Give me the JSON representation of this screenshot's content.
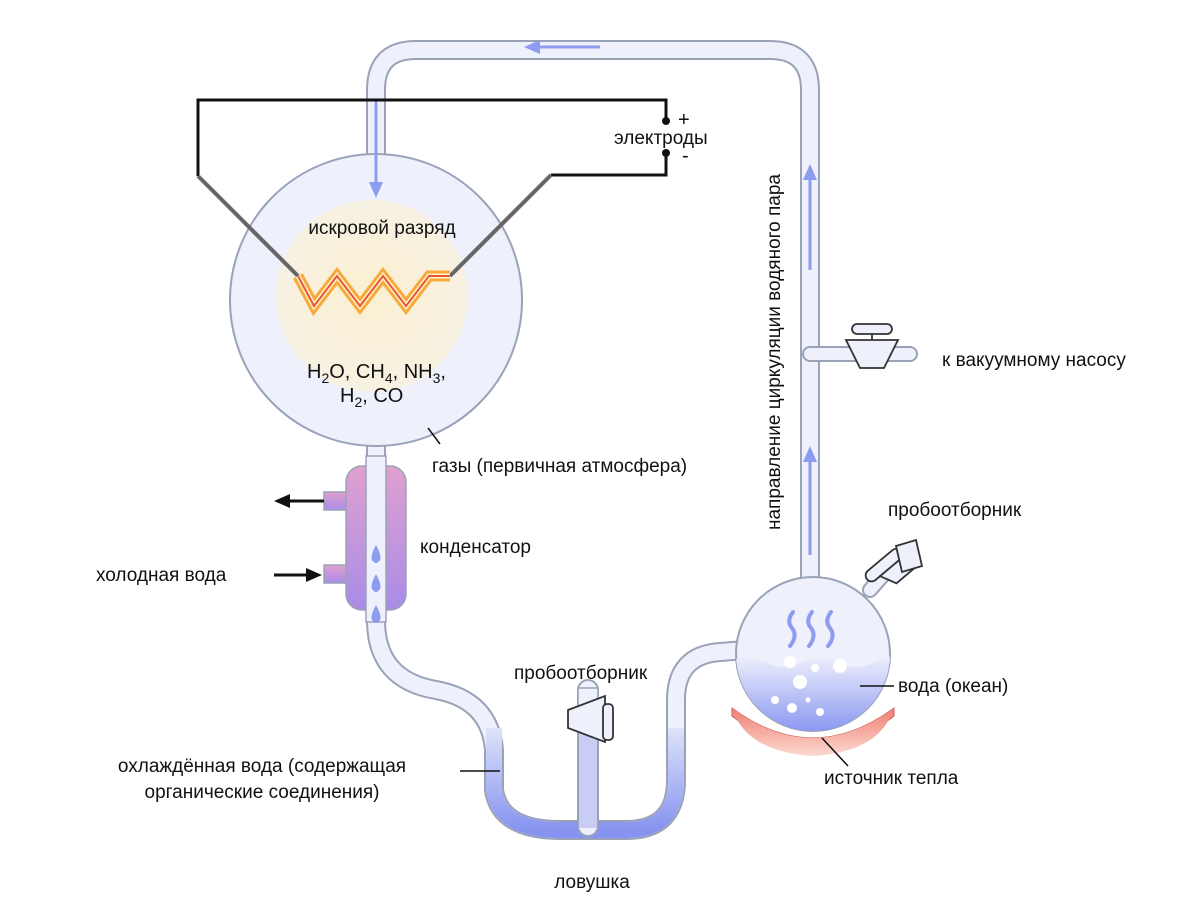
{
  "labels": {
    "electrodes": "электроды",
    "plus": "+",
    "minus": "-",
    "spark": "искровой разряд",
    "gases": "газы (первичная атмосфера)",
    "condenser": "конденсатор",
    "cold_water": "холодная вода",
    "sampler_top": "пробоотборник",
    "sampler_bottom": "пробоотборник",
    "cooled_water_line1": "охлаждённая вода (содержащая",
    "cooled_water_line2": "органические соединения)",
    "trap": "ловушка",
    "water_ocean": "вода (океан)",
    "heat_source": "источник тепла",
    "vacuum_pump": "к вакуумному насосу",
    "circulation": "направление циркуляции водяного пара"
  },
  "formula": {
    "line1": {
      "h": "H",
      "h_sub": "2",
      "o": "O, CH",
      "ch_sub": "4",
      "nh": ", NH",
      "nh_sub": "3",
      "end": ","
    },
    "line2": {
      "h": "H",
      "h_sub": "2",
      "rest": ", CO"
    }
  },
  "colors": {
    "tube_fill": "#eef1fb",
    "tube_stroke": "#9aa2b8",
    "arrow": "#8e9cf0",
    "spark_glow": "#fbf3dd",
    "spark_outer": "#f7a93c",
    "spark_inner": "#e6563a",
    "condenser_top": "#e0a0cf",
    "condenser_bottom": "#a98ce8",
    "water_top": "#dde3f8",
    "water_bottom": "#7f8ef0",
    "heat_top": "#f08078",
    "heat_bottom": "#fbd7cf",
    "wire": "#111111",
    "electrode": "#666666"
  }
}
